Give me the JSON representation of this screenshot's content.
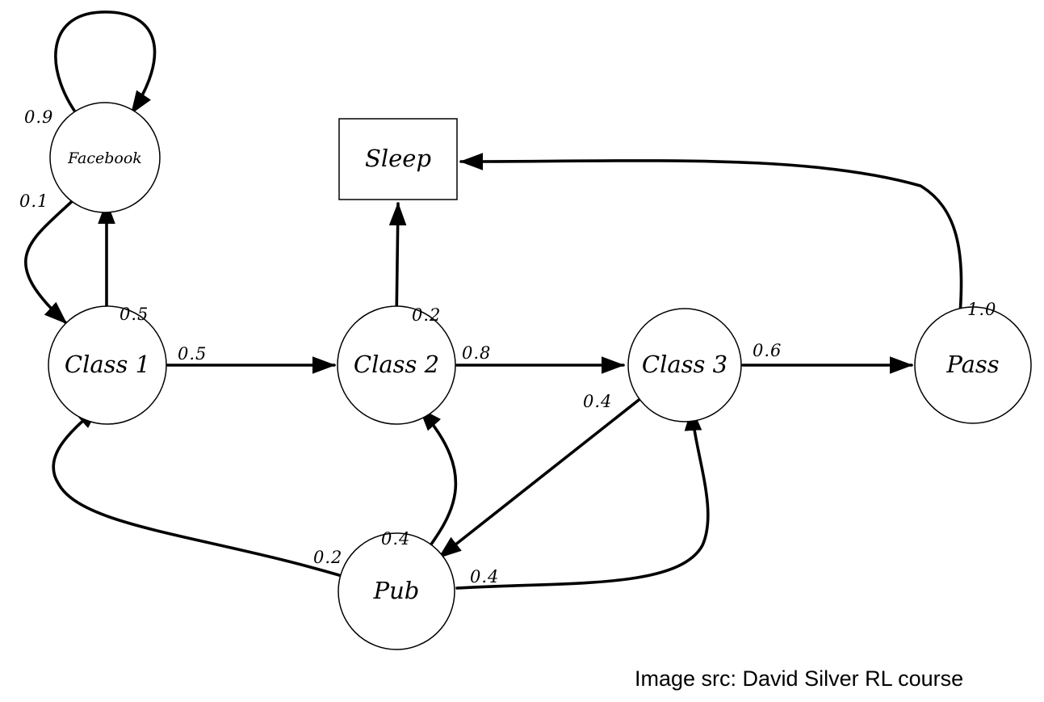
{
  "nodes": {
    "facebook": "Facebook",
    "sleep": "Sleep",
    "class1": "Class 1",
    "class2": "Class 2",
    "class3": "Class 3",
    "pass": "Pass",
    "pub": "Pub"
  },
  "edges": {
    "facebook_facebook": "0.9",
    "facebook_class1": "0.1",
    "class1_facebook": "0.5",
    "class1_class2": "0.5",
    "class2_sleep": "0.2",
    "class2_class3": "0.8",
    "class3_pass": "0.6",
    "class3_pub": "0.4",
    "pass_sleep": "1.0",
    "pub_class1": "0.2",
    "pub_class2": "0.4",
    "pub_class3": "0.4"
  },
  "caption": "Image src: David Silver RL course"
}
